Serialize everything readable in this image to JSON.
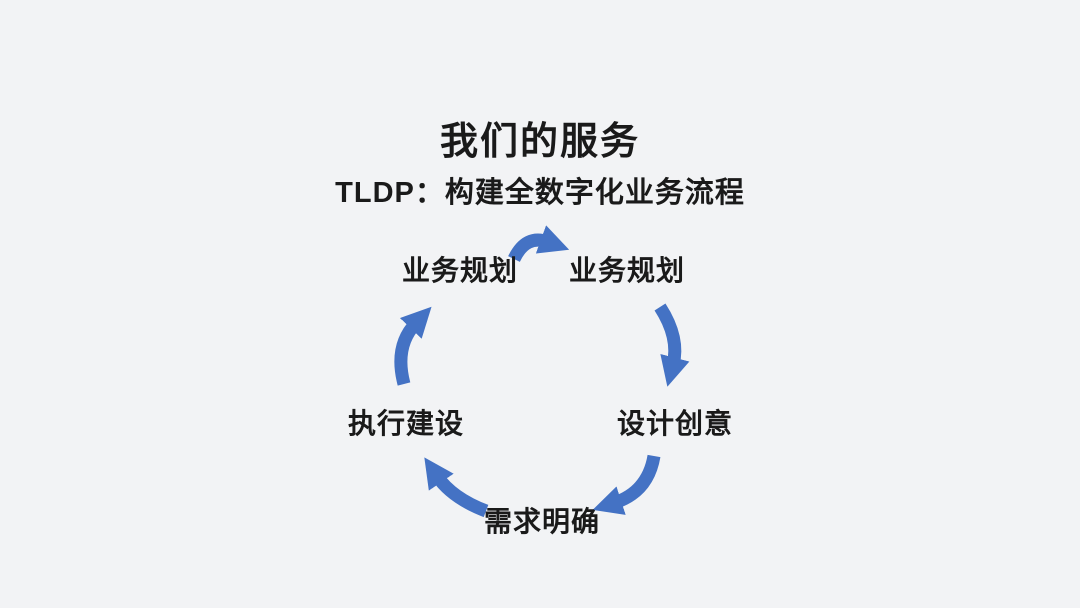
{
  "page": {
    "background_color": "#f2f3f5",
    "title": "我们的服务",
    "subtitle": "TLDP：构建全数字化业务流程"
  },
  "cycle_diagram": {
    "type": "cycle",
    "direction": "clockwise",
    "arrow_color": "#4472C4",
    "text_color": "#1a1a1a",
    "nodes": [
      {
        "label": "业务规划",
        "position": "top-left"
      },
      {
        "label": "业务规划",
        "position": "top-right"
      },
      {
        "label": "设计创意",
        "position": "right"
      },
      {
        "label": "需求明确",
        "position": "bottom"
      },
      {
        "label": "执行建设",
        "position": "left"
      }
    ]
  }
}
